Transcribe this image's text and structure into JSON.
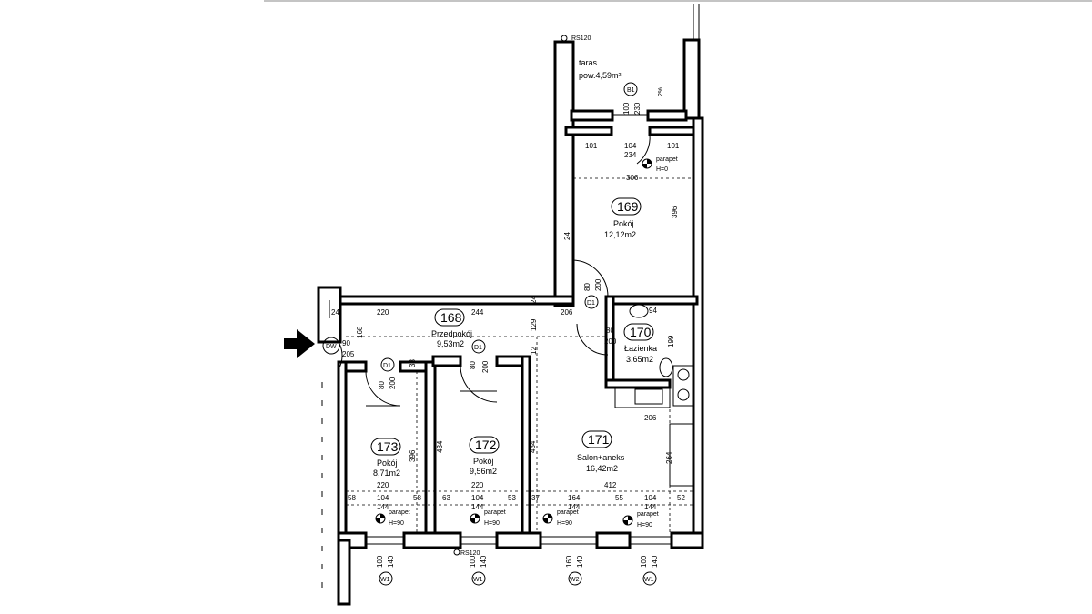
{
  "rooms": {
    "r168": {
      "number": "168",
      "name": "Przedpokój",
      "area": "9,53m2"
    },
    "r169": {
      "number": "169",
      "name": "Pokój",
      "area": "12,12m2"
    },
    "r170": {
      "number": "170",
      "name": "Łazienka",
      "area": "3,65m2"
    },
    "r171": {
      "number": "171",
      "name": "Salon+aneks",
      "area": "16,42m2"
    },
    "r172": {
      "number": "172",
      "name": "Pokój",
      "area": "9,56m2"
    },
    "r173": {
      "number": "173",
      "name": "Pokój",
      "area": "8,71m2"
    }
  },
  "terrace": {
    "name": "taras",
    "area": "pow.4,59m²",
    "slope": "2%"
  },
  "tags": {
    "b1": "B1",
    "d1": "D1",
    "dw": "DW",
    "w1": "W1",
    "w2": "W2",
    "rs120": "RS120"
  },
  "parapet": {
    "label": "parapet",
    "h0": "H=0",
    "h90": "H=90"
  },
  "dims": {
    "d100": "100",
    "d230": "230",
    "d101": "101",
    "d104": "104",
    "d234": "234",
    "d306": "306",
    "d396": "396",
    "d24": "24",
    "d80": "80",
    "d200": "200",
    "d220": "220",
    "d244": "244",
    "d129": "129",
    "d206": "206",
    "d199": "199",
    "d94": "94",
    "d90": "90",
    "d168": "168",
    "d205": "205",
    "d38": "38",
    "d434": "434",
    "d58": "58",
    "d144": "144",
    "d63": "63",
    "d53": "53",
    "d37": "37",
    "d164": "164",
    "d55": "55",
    "d52": "52",
    "d412": "412",
    "d264": "264",
    "d140": "140",
    "d160": "160",
    "d12": "12"
  }
}
